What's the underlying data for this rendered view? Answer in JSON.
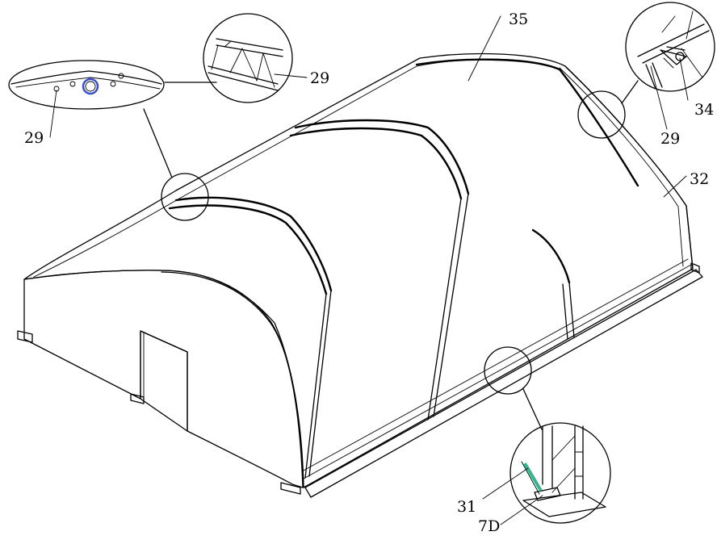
{
  "colors": {
    "canopy": "#e6e6e6",
    "canopy_shade": "#dadada",
    "end_wall": "#18ecf2",
    "zoom_bg": "#ffffff",
    "accent_green": "#2fb88f",
    "accent_blue": "#3a4ed0",
    "line": "#000000"
  },
  "labels": {
    "canopy": "35",
    "top_detail_a": "29",
    "left_detail": "29",
    "right_frame": "29",
    "right_fitting": "34",
    "side_edge": "32",
    "anchor_strap": "31",
    "anchor_plate": "7D"
  }
}
